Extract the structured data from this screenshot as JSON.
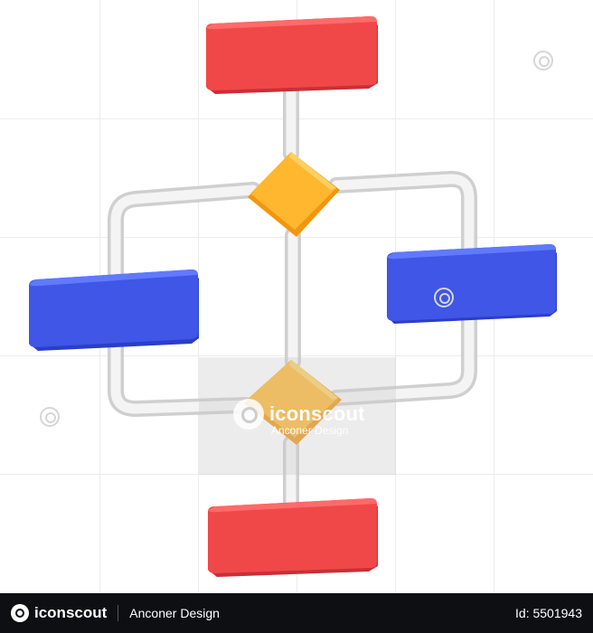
{
  "watermark": {
    "brand": "iconscout",
    "author": "Anconer Design"
  },
  "footer": {
    "brand": "iconscout",
    "author": "Anconer Design",
    "id_text": "Id: 5501943"
  },
  "colors": {
    "terminal_box": "#f04848",
    "process_box": "#3f56e6",
    "decision_diamond": "#ffb02e",
    "connector": "#eeeeee",
    "footer_bg": "#0e0f13"
  },
  "icons": [
    "iconscout-logo-icon"
  ]
}
